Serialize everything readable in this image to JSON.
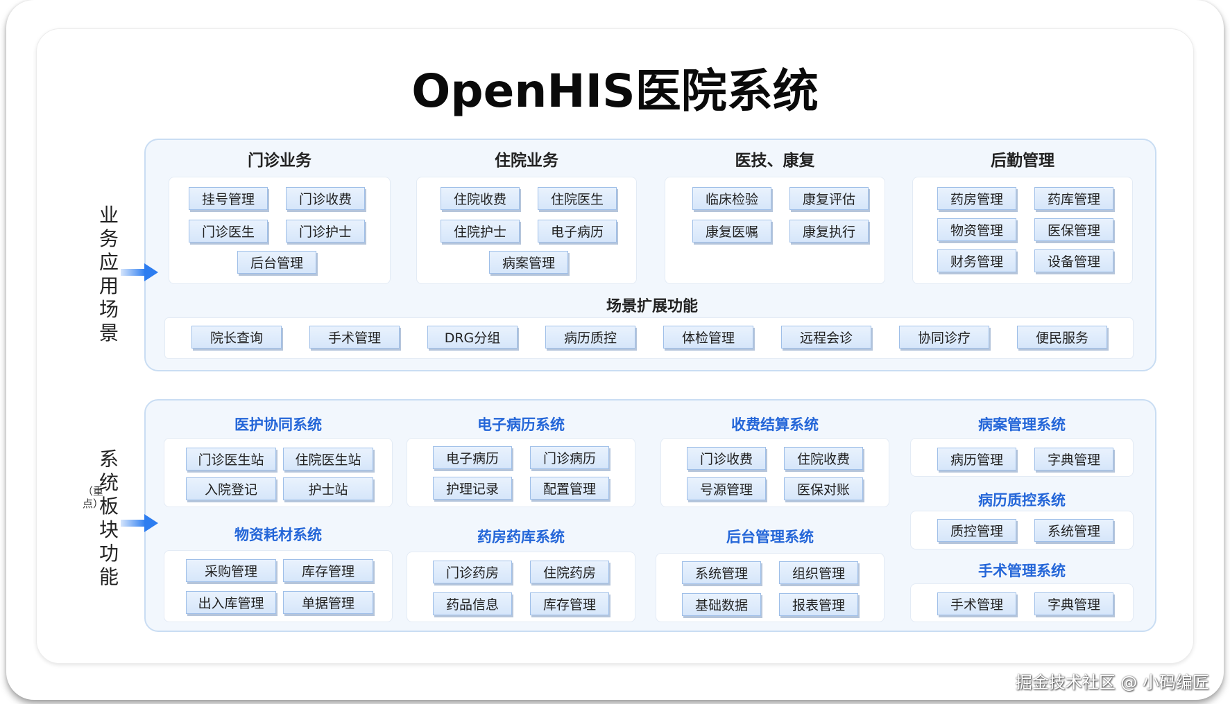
{
  "title": "OpenHIS医院系统",
  "side_labels": {
    "business": "业务应用场景",
    "modules": "系统板块功能",
    "modules_note": "（重点）"
  },
  "business_groups": [
    {
      "title": "门诊业务",
      "items": [
        "挂号管理",
        "门诊收费",
        "门诊医生",
        "门诊护士",
        "后台管理"
      ]
    },
    {
      "title": "住院业务",
      "items": [
        "住院收费",
        "住院医生",
        "住院护士",
        "电子病历",
        "病案管理"
      ]
    },
    {
      "title": "医技、康复",
      "items": [
        "临床检验",
        "康复评估",
        "康复医嘱",
        "康复执行"
      ]
    },
    {
      "title": "后勤管理",
      "items": [
        "药房管理",
        "药库管理",
        "物资管理",
        "医保管理",
        "财务管理",
        "设备管理"
      ]
    }
  ],
  "extension": {
    "title": "场景扩展功能",
    "items": [
      "院长查询",
      "手术管理",
      "DRG分组",
      "病历质控",
      "体检管理",
      "远程会诊",
      "协同诊疗",
      "便民服务"
    ]
  },
  "systems": [
    {
      "title": "医护协同系统",
      "items": [
        "门诊医生站",
        "住院医生站",
        "入院登记",
        "护士站"
      ]
    },
    {
      "title": "电子病历系统",
      "items": [
        "电子病历",
        "门诊病历",
        "护理记录",
        "配置管理"
      ]
    },
    {
      "title": "收费结算系统",
      "items": [
        "门诊收费",
        "住院收费",
        "号源管理",
        "医保对账"
      ]
    },
    {
      "title": "病案管理系统",
      "items": [
        "病历管理",
        "字典管理"
      ]
    },
    {
      "title": "物资耗材系统",
      "items": [
        "采购管理",
        "库存管理",
        "出入库管理",
        "单据管理"
      ]
    },
    {
      "title": "药房药库系统",
      "items": [
        "门诊药房",
        "住院药房",
        "药品信息",
        "库存管理"
      ]
    },
    {
      "title": "后台管理系统",
      "items": [
        "系统管理",
        "组织管理",
        "基础数据",
        "报表管理"
      ]
    },
    {
      "title": "病历质控系统",
      "items": [
        "质控管理",
        "系统管理"
      ]
    },
    {
      "title": "手术管理系统",
      "items": [
        "手术管理",
        "字典管理"
      ]
    }
  ],
  "watermark": "掘金技术社区 @ 小码编匠",
  "colors": {
    "accent": "#2466d8",
    "chip_border": "#9fbfe8",
    "panel_bg": "#f2f7fd",
    "arrow": "#2d7df0"
  }
}
